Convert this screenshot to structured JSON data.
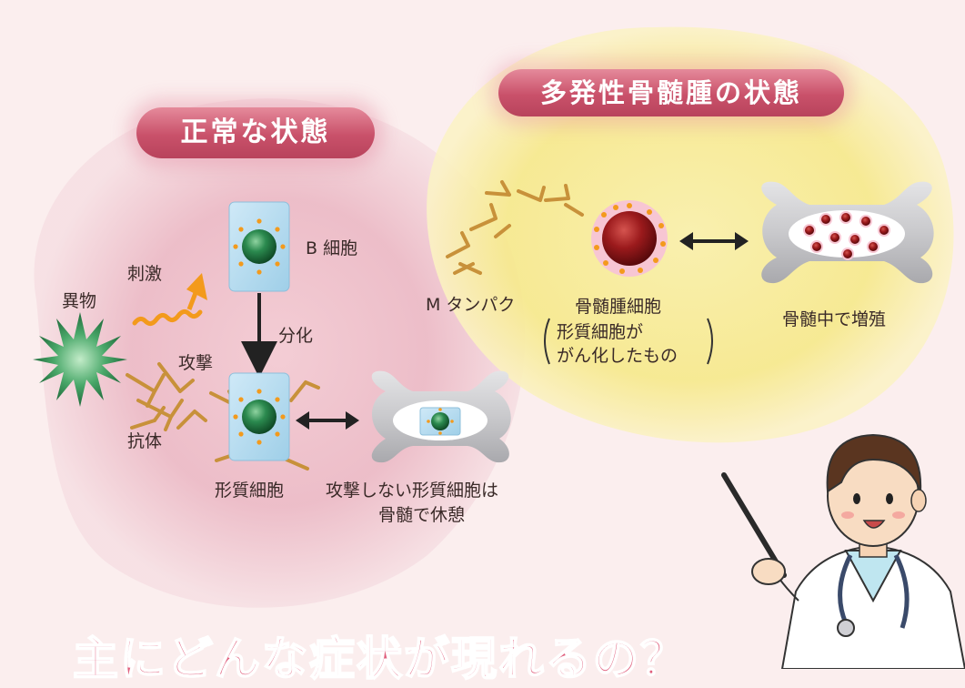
{
  "headings": {
    "normal_state": "正常な状態",
    "myeloma_state": "多発性骨髄腫の状態"
  },
  "normal": {
    "foreign_body": "異物",
    "stimulus": "刺激",
    "b_cell": "B 細胞",
    "differentiation": "分化",
    "attack": "攻撃",
    "antibody": "抗体",
    "plasma_cell": "形質細胞",
    "resting_line1": "攻撃しない形質細胞は",
    "resting_line2": "骨髄で休憩"
  },
  "myeloma": {
    "m_protein": "M タンパク",
    "myeloma_cell": "骨髄腫細胞",
    "paren_line1": "形質細胞が",
    "paren_line2": "がん化したもの",
    "proliferate": "骨髄中で増殖"
  },
  "bottom_heading": "主にどんな症状が現れるの？",
  "colors": {
    "pill": "#c9516a",
    "question_text": "#e0607e",
    "antibody": "#c8913a",
    "cell_nucleus": "#1f7a45",
    "myeloma_nucleus": "#8e1418",
    "arrow_orange": "#f39a1c"
  },
  "icons": [
    "foreign-body-icon",
    "wavy-arrow-icon",
    "antibody-icon",
    "bone-icon",
    "doctor-illustration",
    "pointer-stick-icon"
  ]
}
